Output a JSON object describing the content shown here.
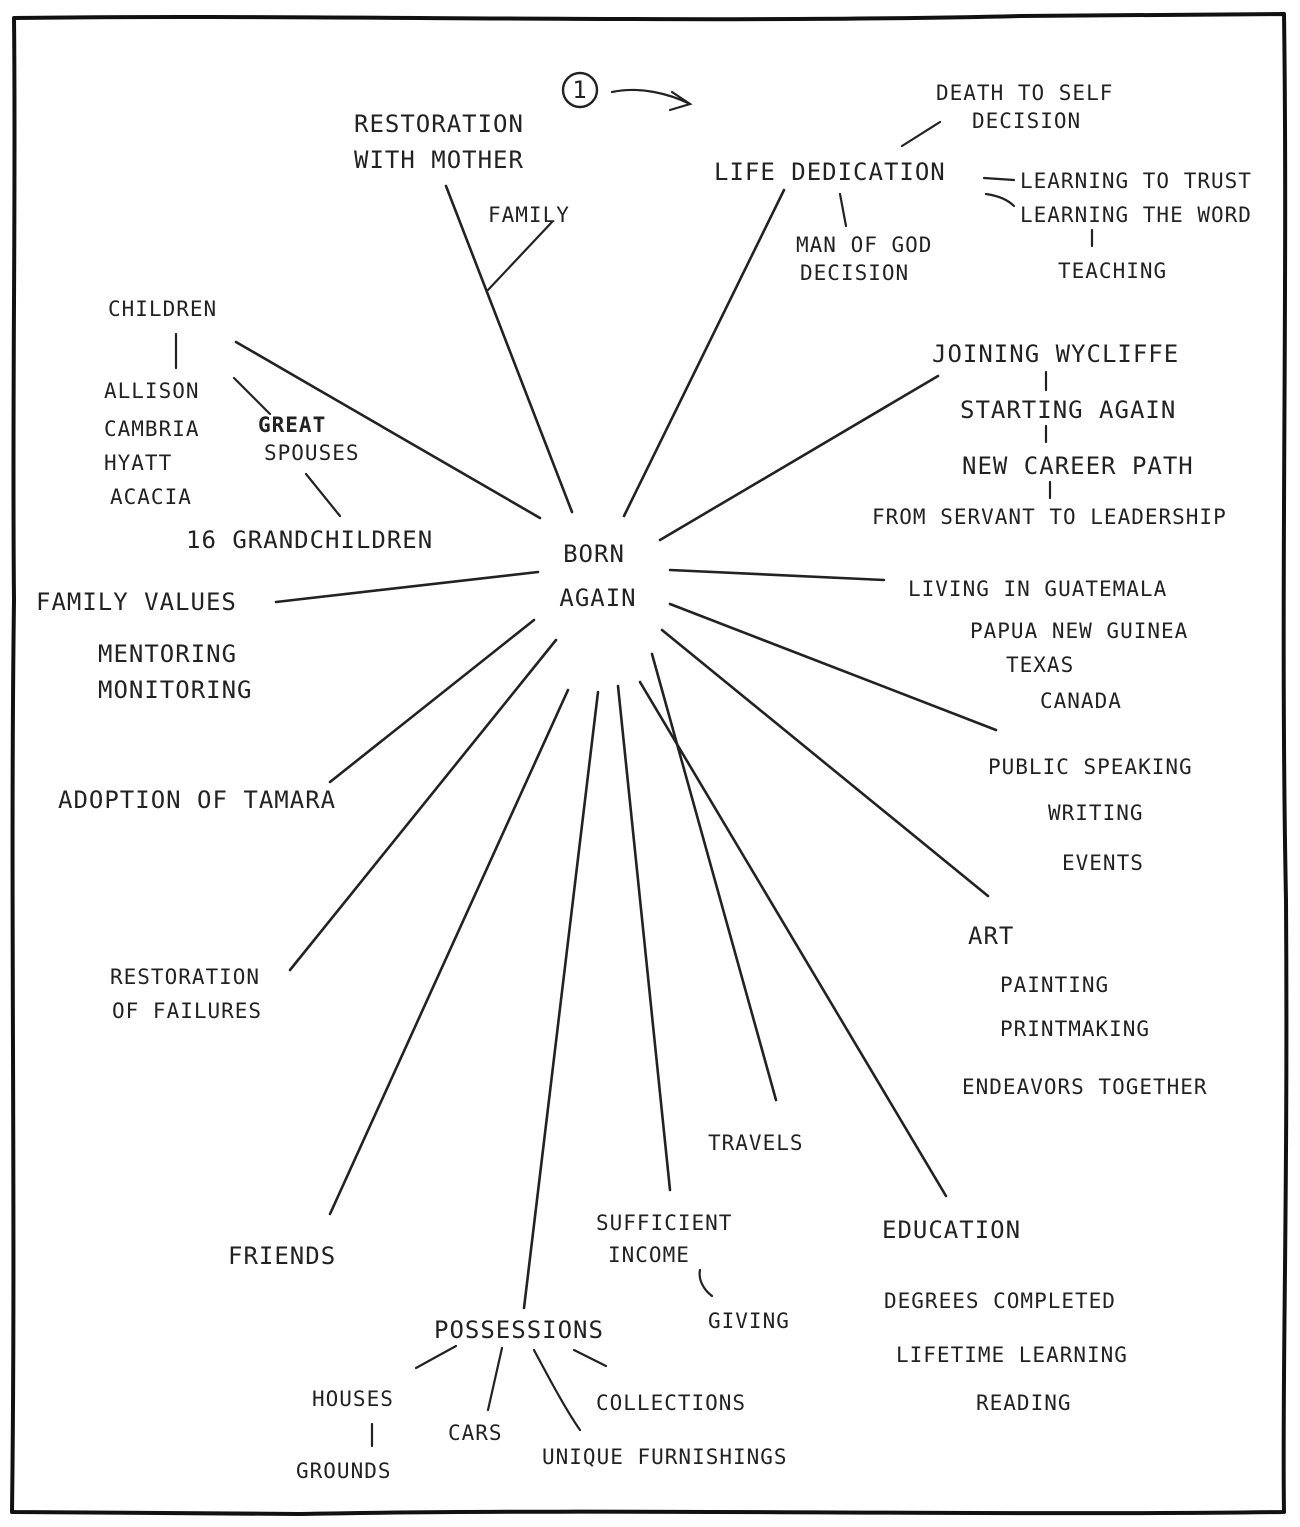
{
  "center": [
    "BORN",
    "AGAIN"
  ],
  "marker": "1",
  "restoration_mother": [
    "RESTORATION",
    "WITH MOTHER"
  ],
  "family": "FAMILY",
  "life_dedication": "LIFE DEDICATION",
  "death_to_self": [
    "DEATH TO SELF",
    "DECISION"
  ],
  "man_of_god": [
    "MAN OF GOD",
    "DECISION"
  ],
  "learning_trust": "LEARNING TO TRUST",
  "learning_word": "LEARNING THE WORD",
  "teaching": "TEACHING",
  "children": "CHILDREN",
  "children_names": [
    "ALLISON",
    "CAMBRIA",
    "HYATT",
    "ACACIA"
  ],
  "great_spouses": [
    "GREAT",
    "SPOUSES"
  ],
  "grandchildren": "16 GRANDCHILDREN",
  "wycliffe": [
    "JOINING WYCLIFFE",
    "STARTING AGAIN",
    "NEW CAREER PATH",
    "FROM SERVANT TO LEADERSHIP"
  ],
  "family_values": [
    "FAMILY VALUES",
    "MENTORING",
    "MONITORING"
  ],
  "living": [
    "LIVING IN GUATEMALA",
    "PAPUA NEW GUINEA",
    "TEXAS",
    "CANADA"
  ],
  "adoption": "ADOPTION OF TAMARA",
  "speaking": [
    "PUBLIC SPEAKING",
    "WRITING",
    "EVENTS"
  ],
  "art": [
    "ART",
    "PAINTING",
    "PRINTMAKING",
    "ENDEAVORS TOGETHER"
  ],
  "restoration_failures": [
    "RESTORATION",
    "OF FAILURES"
  ],
  "travels": "TRAVELS",
  "friends": "FRIENDS",
  "income": [
    "SUFFICIENT",
    "INCOME"
  ],
  "giving": "GIVING",
  "education": [
    "EDUCATION",
    "DEGREES COMPLETED",
    "LIFETIME LEARNING",
    "READING"
  ],
  "possessions": "POSSESSIONS",
  "houses": "HOUSES",
  "grounds": "GROUNDS",
  "cars": "CARS",
  "collections": "COLLECTIONS",
  "furnishings": "UNIQUE FURNISHINGS"
}
